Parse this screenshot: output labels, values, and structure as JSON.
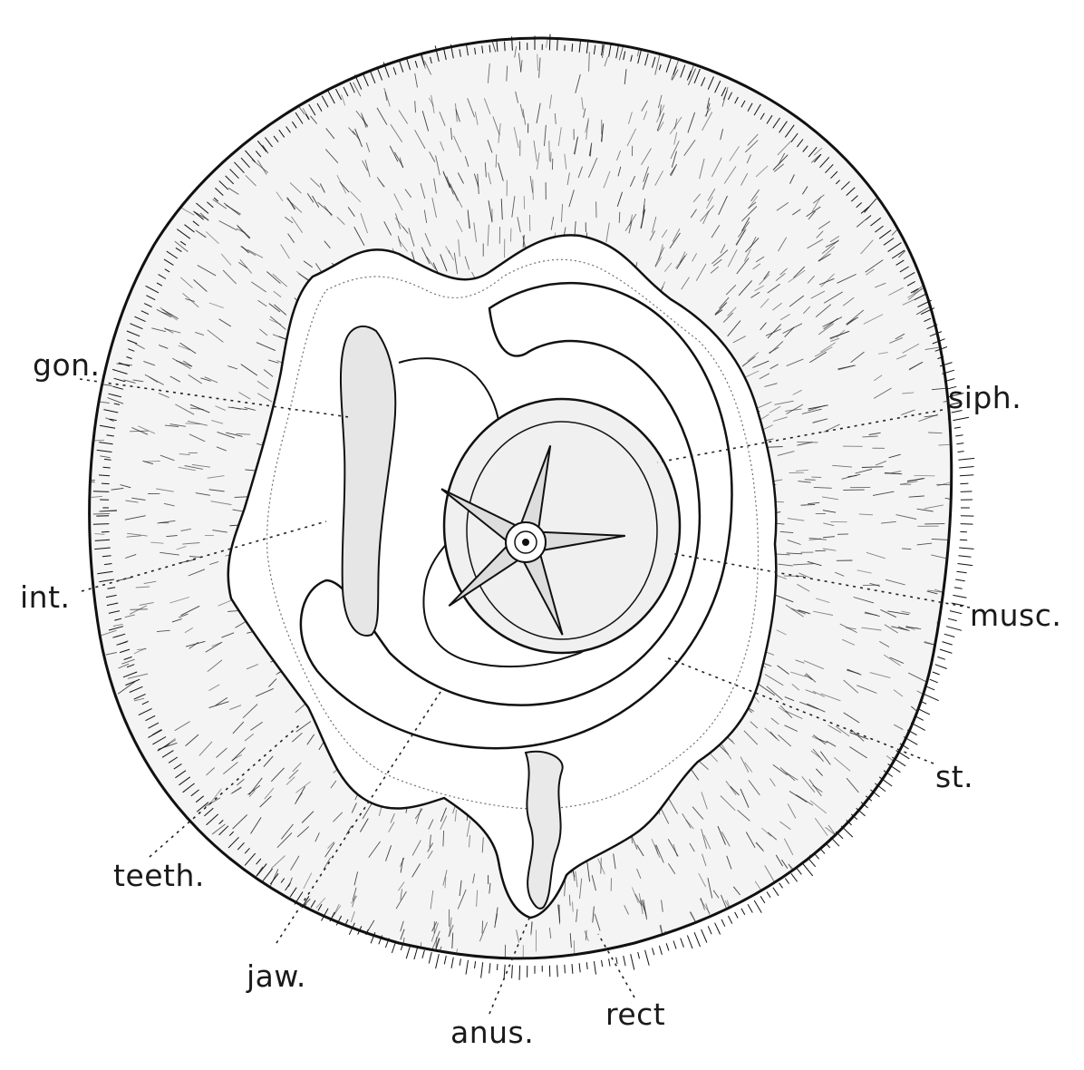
{
  "labels": {
    "gon": "gon.",
    "int": "int.",
    "teeth": "teeth.",
    "jaw": "jaw.",
    "anus": "anus.",
    "rect": "rect",
    "st": "st.",
    "musc": "musc.",
    "siph": "siph."
  },
  "colors": {
    "ink": "#111111",
    "paper": "#ffffff"
  }
}
